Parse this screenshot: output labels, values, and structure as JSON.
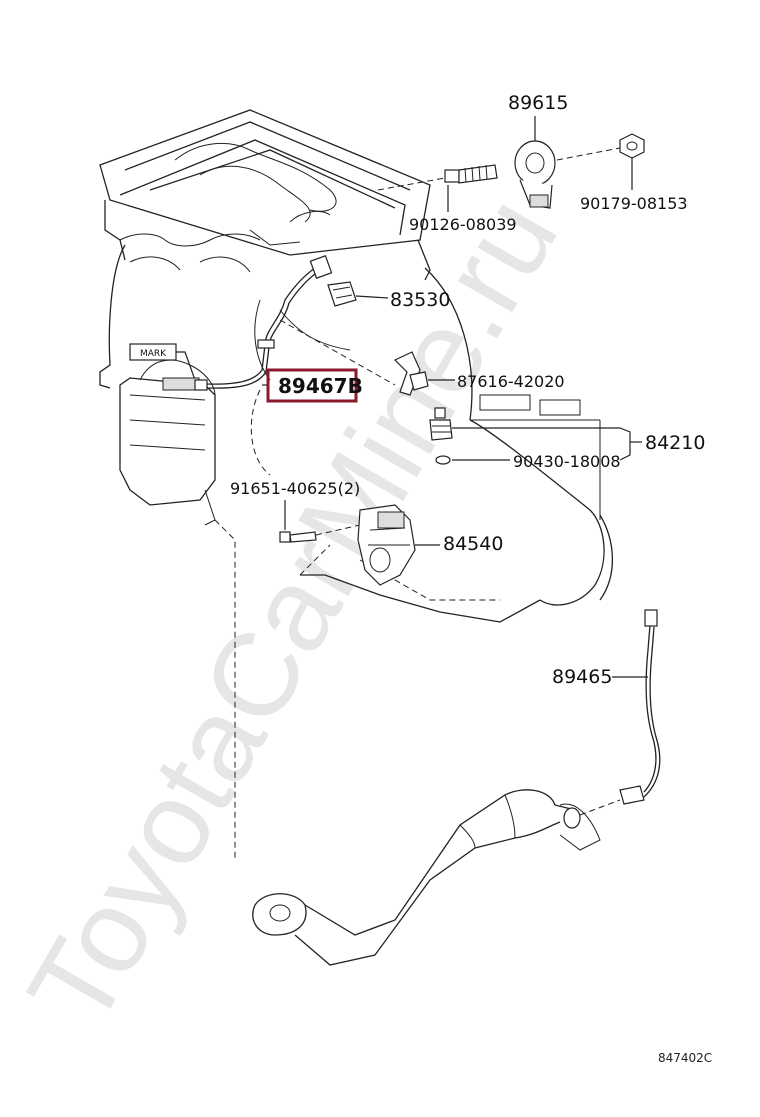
{
  "watermark": "ToyotaCarMine.ru",
  "labels": {
    "p89615": "89615",
    "p90126": "90126-08039",
    "p90179": "90179-08153",
    "p83530": "83530",
    "p89467b": "89467B",
    "p87616": "87616-42020",
    "p84210": "84210",
    "p90430": "90430-18008",
    "p91651": "91651-40625(2)",
    "p84540": "84540",
    "p89465": "89465",
    "mark": "MARK"
  },
  "diagram_code": "847402C",
  "highlight_color": "#8b1a2e"
}
